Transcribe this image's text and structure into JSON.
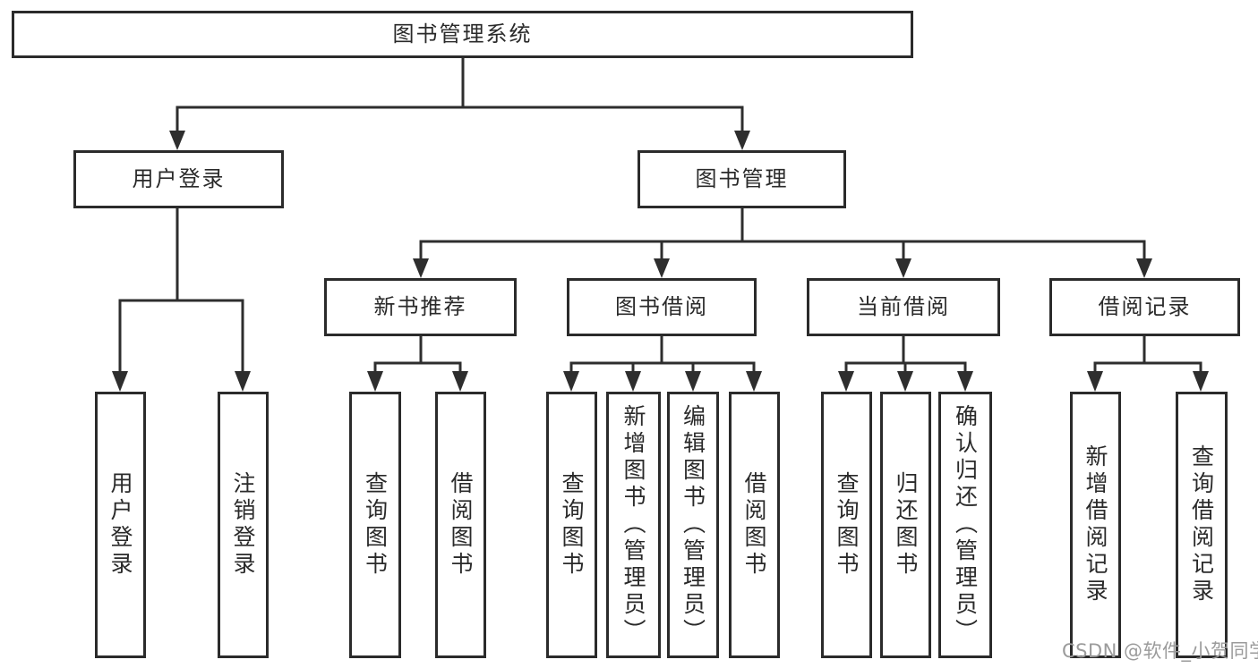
{
  "tree": {
    "root": {
      "label": "图书管理系统",
      "children": [
        {
          "label": "用户登录",
          "children": [
            {
              "label": "用户登录"
            },
            {
              "label": "注销登录"
            }
          ]
        },
        {
          "label": "图书管理",
          "children": [
            {
              "label": "新书推荐",
              "children": [
                {
                  "label": "查询图书"
                },
                {
                  "label": "借阅图书"
                }
              ]
            },
            {
              "label": "图书借阅",
              "children": [
                {
                  "label": "查询图书"
                },
                {
                  "label": "新增图书（管理员）"
                },
                {
                  "label": "编辑图书（管理员）"
                },
                {
                  "label": "借阅图书"
                }
              ]
            },
            {
              "label": "当前借阅",
              "children": [
                {
                  "label": "查询图书"
                },
                {
                  "label": "归还图书"
                },
                {
                  "label": "确认归还（管理员）"
                }
              ]
            },
            {
              "label": "借阅记录",
              "children": [
                {
                  "label": "新增借阅记录"
                },
                {
                  "label": "查询借阅记录"
                }
              ]
            }
          ]
        }
      ]
    }
  },
  "watermark": {
    "text": "CSDN @软件_小贺同学"
  },
  "colors": {
    "line": "#2e2e2e",
    "border": "#2b2b2b",
    "text": "#2a2a2a",
    "watermark": "#9b9b9b",
    "bg": "#ffffff"
  }
}
